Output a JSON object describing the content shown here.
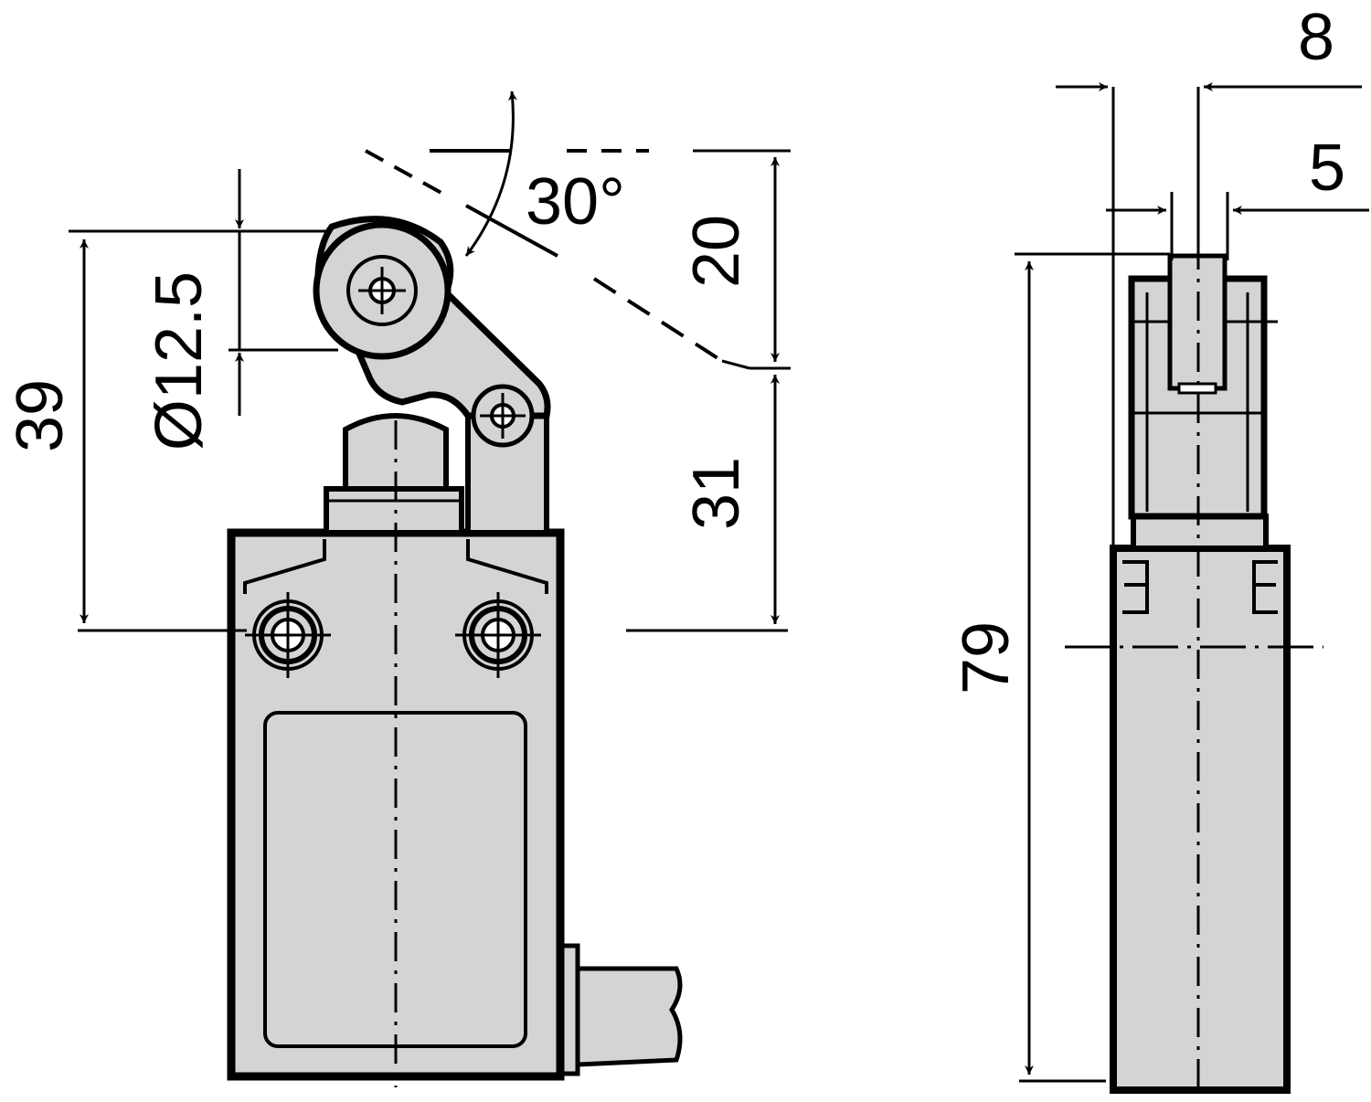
{
  "views": {
    "front": {
      "dimensions": {
        "height_39": "39",
        "roller_diameter": "Ø12.5",
        "angle": "30°",
        "travel_20": "20",
        "height_31": "31"
      }
    },
    "side": {
      "dimensions": {
        "width_8": "8",
        "width_5": "5",
        "height_79": "79"
      }
    }
  },
  "colors": {
    "body_fill": "#d4d4d4",
    "line": "#000000",
    "background": "#ffffff"
  }
}
